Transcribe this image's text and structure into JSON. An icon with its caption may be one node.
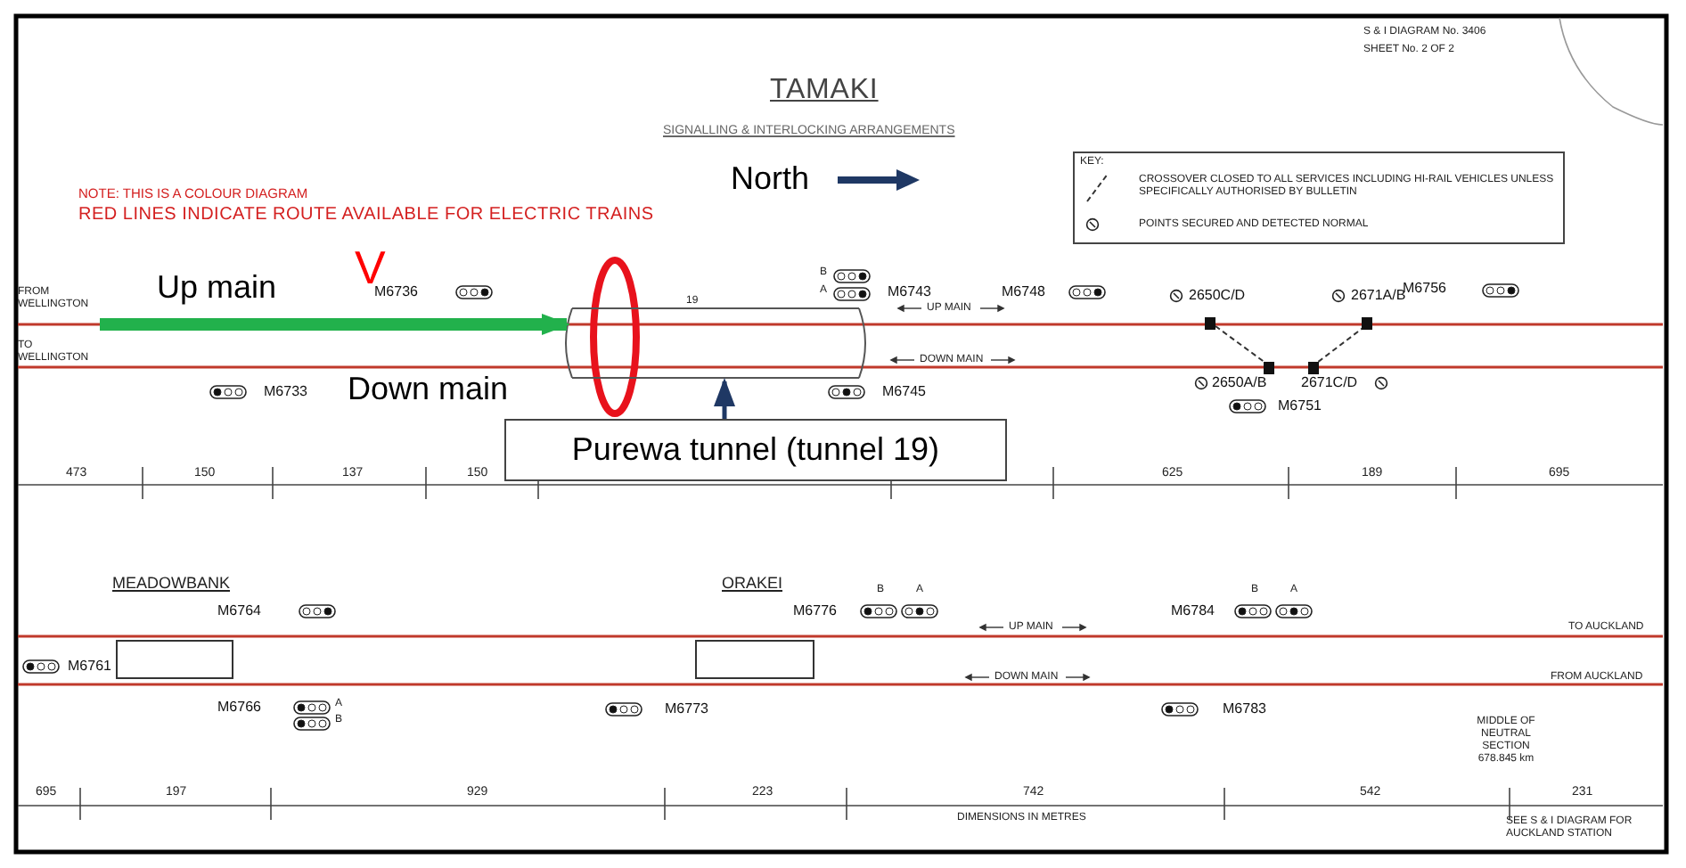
{
  "diagram": {
    "title": "TAMAKI",
    "nodes": [
      {
        "text": [
          "19"
        ]
      },
      {
        "text": [
          "Purewa tunnel (tunnel 19)"
        ]
      },
      {
        "text": [],
        "shape": "box",
        "beside": [
          "MEADOWBANK"
        ]
      },
      {
        "text": [],
        "shape": "box",
        "beside": [
          "ORAKEI"
        ]
      }
    ],
    "edges": [
      {
        "from": 1,
        "to": 0,
        "arrow": "to",
        "color": "#1f3864"
      },
      {
        "from": null,
        "to": 0,
        "arrow": "to",
        "style": "thick",
        "color": "#22b14c"
      }
    ],
    "labels": [
      "S & I DIAGRAM No. 3406",
      "SHEET No. 2 OF 2",
      "SIGNALLING & INTERLOCKING ARRANGEMENTS",
      "North",
      "NOTE: THIS IS A COLOUR DIAGRAM",
      "RED LINES INDICATE ROUTE AVAILABLE FOR ELECTRIC TRAINS",
      "V",
      "FROM WELLINGTON",
      "Up main",
      "M6736",
      "B",
      "A",
      "M6743",
      "M6748",
      "2650C/D",
      "2671A/B",
      "M6756",
      "UP MAIN",
      "TO WELLINGTON",
      "DOWN MAIN",
      "Down main",
      "M6733",
      "M6745",
      "2650A/B",
      "2671C/D",
      "M6751",
      "473",
      "150",
      "137",
      "150",
      "625",
      "189",
      "695",
      "M6764",
      "M6761",
      "M6766",
      "A",
      "B",
      "M6776",
      "B",
      "A",
      "UP MAIN",
      "DOWN MAIN",
      "M6773",
      "M6784",
      "B",
      "A",
      "TO AUCKLAND",
      "FROM AUCKLAND",
      "M6783",
      "MIDDLE OF NEUTRAL SECTION 678.845 km",
      "695",
      "197",
      "929",
      "223",
      "742",
      "542",
      "231",
      "DIMENSIONS IN METRES",
      "SEE S & I DIAGRAM FOR AUCKLAND STATION",
      "KEY:"
    ],
    "legend": [
      {
        "text": "CROSSOVER CLOSED TO ALL SERVICES INCLUDING HI-RAIL VEHICLES UNLESS SPECIFICALLY AUTHORISED BY BULLETIN"
      },
      {
        "text": "POINTS SECURED AND DETECTED NORMAL"
      }
    ]
  }
}
